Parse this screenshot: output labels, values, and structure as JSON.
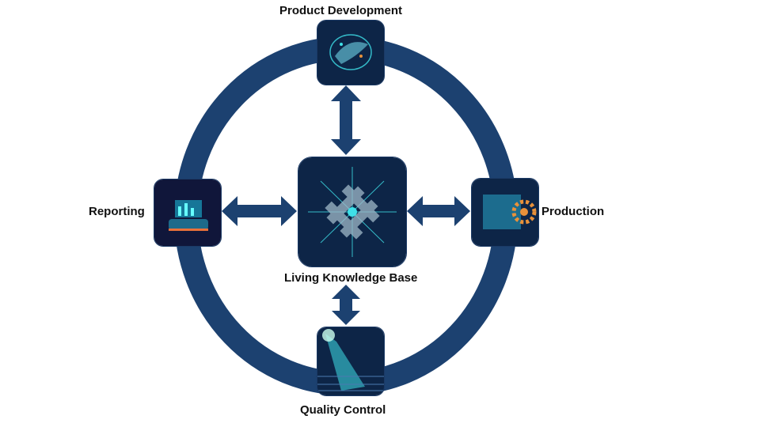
{
  "center": {
    "label": "Living Knowledge Base",
    "icon": "circuit-brain-icon"
  },
  "nodes": [
    {
      "id": "top",
      "label": "Product Development",
      "icon": "brain-network-icon"
    },
    {
      "id": "right",
      "label": "Production",
      "icon": "gear-machine-icon"
    },
    {
      "id": "bottom",
      "label": "Quality Control",
      "icon": "scanner-light-icon"
    },
    {
      "id": "left",
      "label": "Reporting",
      "icon": "dashboard-chart-icon"
    }
  ],
  "colors": {
    "ring": "#1c4170",
    "arrow": "#1c4170",
    "tile_bg": "#0b1a3a",
    "glow": "#3fe0e8",
    "accent": "#e8913a"
  }
}
